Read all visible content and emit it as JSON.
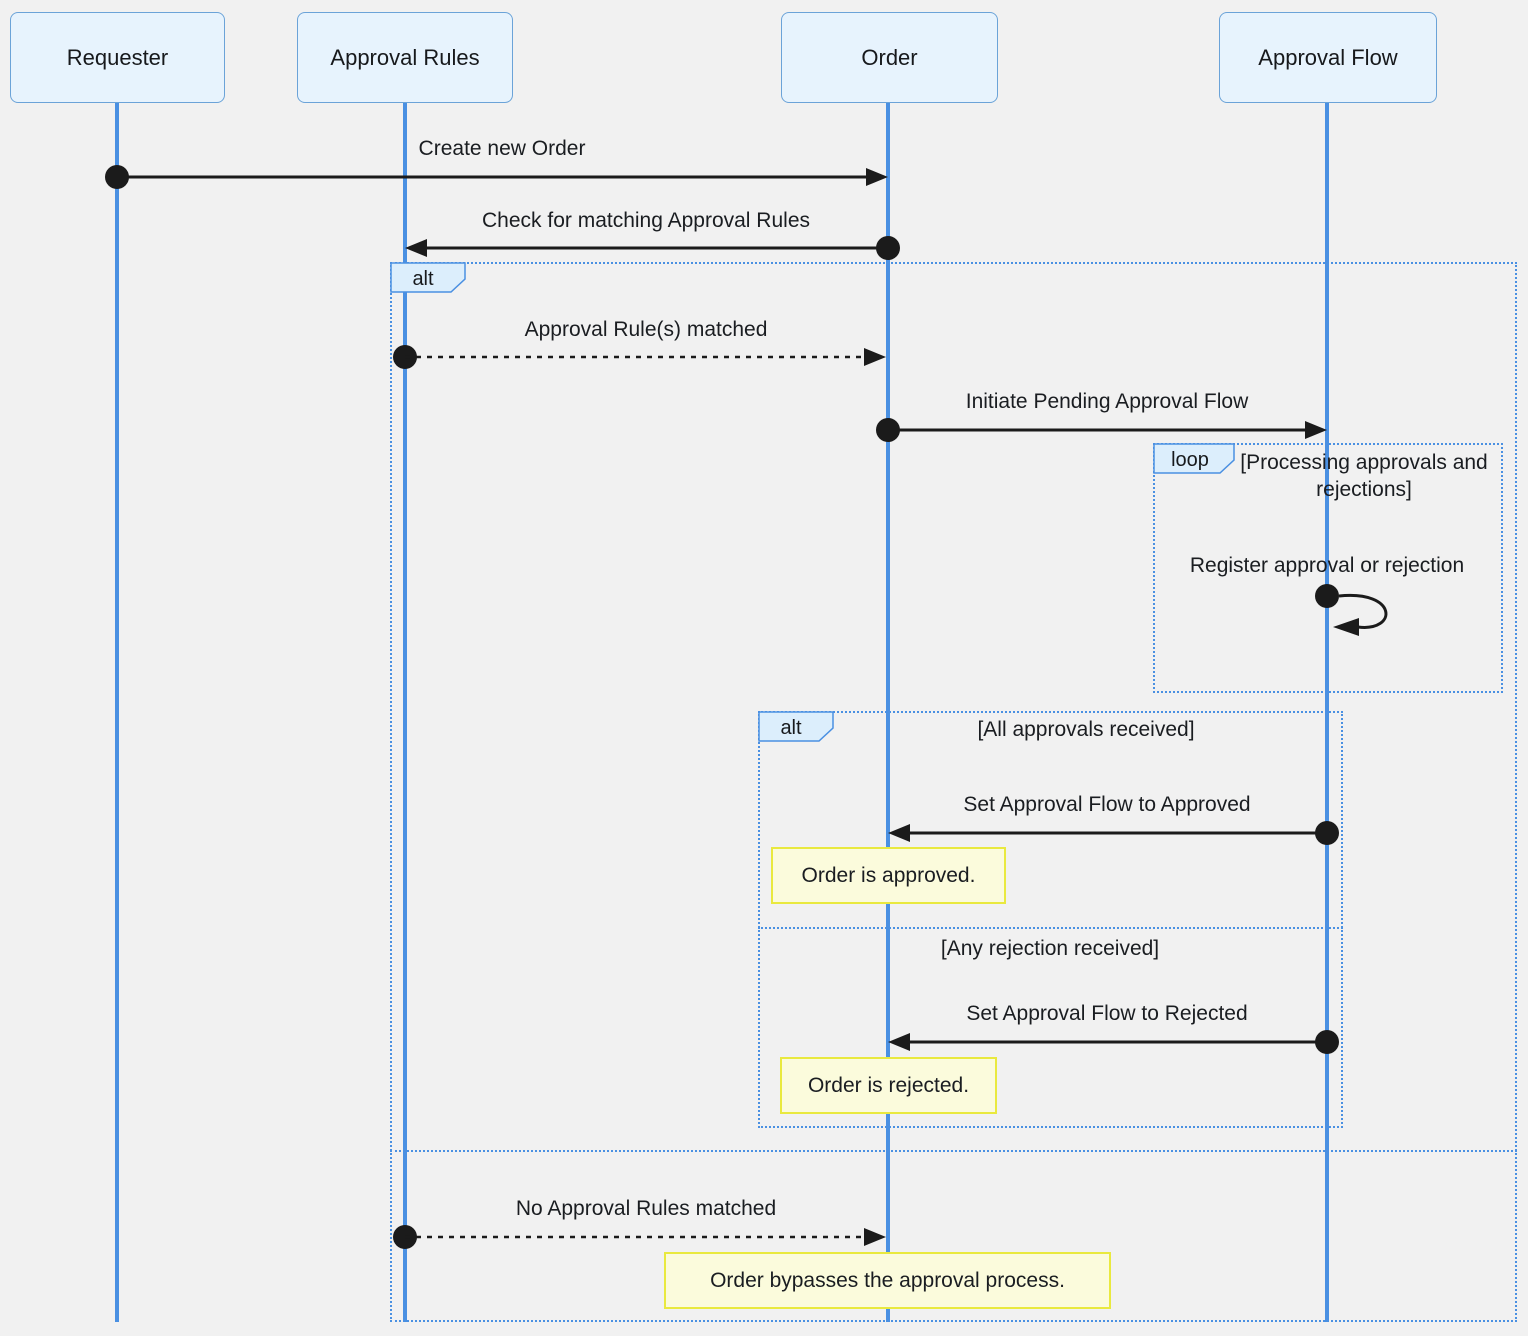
{
  "diagram_type": "sequence-diagram",
  "colors": {
    "background": "#f1f1f1",
    "participant_fill": "#e7f3fd",
    "participant_border": "#6ba3d8",
    "lifeline": "#4a90e2",
    "fragment_border": "#4a90e2",
    "badge_fill": "#dceefc",
    "note_fill": "#fbfbdc",
    "note_border": "#e9e93e",
    "arrow": "#1b1b1b",
    "text": "#1a1d21"
  },
  "participants": [
    {
      "name": "Requester"
    },
    {
      "name": "Approval Rules"
    },
    {
      "name": "Order"
    },
    {
      "name": "Approval Flow"
    }
  ],
  "messages": [
    {
      "label": "Create new Order",
      "from": "Requester",
      "to": "Order",
      "line": "solid"
    },
    {
      "label": "Check for matching Approval Rules",
      "from": "Order",
      "to": "Approval Rules",
      "line": "solid"
    },
    {
      "label": "Approval Rule(s) matched",
      "from": "Approval Rules",
      "to": "Order",
      "line": "dashed"
    },
    {
      "label": "Initiate Pending Approval Flow",
      "from": "Order",
      "to": "Approval Flow",
      "line": "solid"
    },
    {
      "label": "Register approval or rejection",
      "from": "Approval Flow",
      "to": "Approval Flow",
      "line": "self"
    },
    {
      "label": "Set Approval Flow to Approved",
      "from": "Approval Flow",
      "to": "Order",
      "line": "solid"
    },
    {
      "label": "Set Approval Flow to Rejected",
      "from": "Approval Flow",
      "to": "Order",
      "line": "solid"
    },
    {
      "label": "No Approval Rules matched",
      "from": "Approval Rules",
      "to": "Order",
      "line": "dashed"
    }
  ],
  "fragments": {
    "outer_alt": {
      "label": "alt"
    },
    "loop": {
      "label": "loop",
      "condition": "[Processing approvals and rejections]"
    },
    "inner_alt": {
      "label": "alt",
      "condition_1": "[All approvals received]",
      "condition_2": "[Any rejection received]"
    }
  },
  "notes": [
    {
      "text": "Order is approved.",
      "anchor": "Order"
    },
    {
      "text": "Order is rejected.",
      "anchor": "Order"
    },
    {
      "text": "Order bypasses the approval process.",
      "anchor": "Order"
    }
  ]
}
